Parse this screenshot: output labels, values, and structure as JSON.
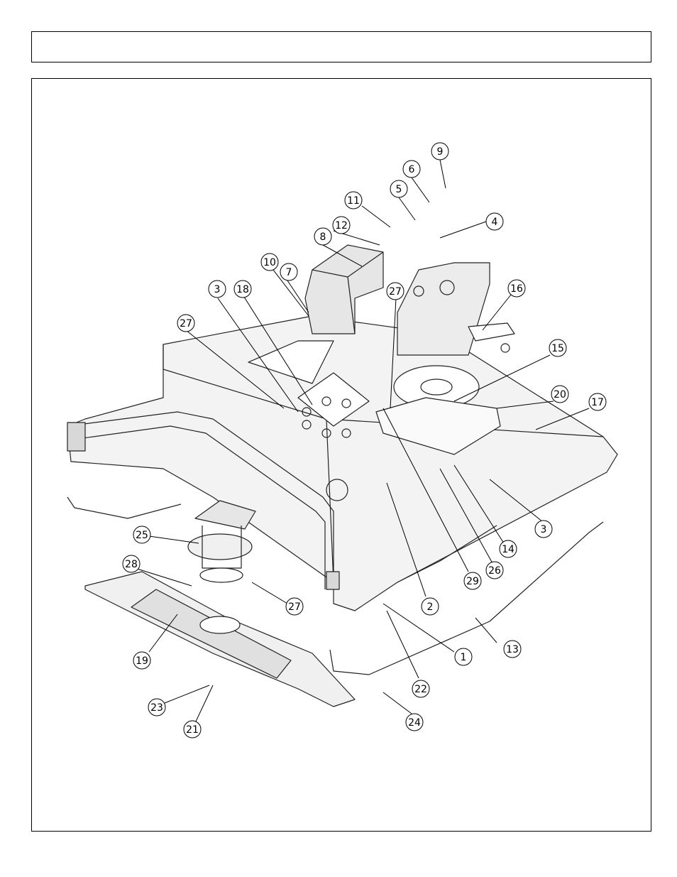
{
  "header": {
    "title": ""
  },
  "diagram": {
    "callouts": [
      {
        "id": "c9",
        "label": "9"
      },
      {
        "id": "c6",
        "label": "6"
      },
      {
        "id": "c5",
        "label": "5"
      },
      {
        "id": "c11",
        "label": "11"
      },
      {
        "id": "c4",
        "label": "4"
      },
      {
        "id": "c12",
        "label": "12"
      },
      {
        "id": "c8",
        "label": "8"
      },
      {
        "id": "c10",
        "label": "10"
      },
      {
        "id": "c7",
        "label": "7"
      },
      {
        "id": "c3a",
        "label": "3"
      },
      {
        "id": "c18",
        "label": "18"
      },
      {
        "id": "c27a",
        "label": "27"
      },
      {
        "id": "c16",
        "label": "16"
      },
      {
        "id": "c27b",
        "label": "27"
      },
      {
        "id": "c15",
        "label": "15"
      },
      {
        "id": "c20",
        "label": "20"
      },
      {
        "id": "c17",
        "label": "17"
      },
      {
        "id": "c3b",
        "label": "3"
      },
      {
        "id": "c14",
        "label": "14"
      },
      {
        "id": "c26",
        "label": "26"
      },
      {
        "id": "c29",
        "label": "29"
      },
      {
        "id": "c2",
        "label": "2"
      },
      {
        "id": "c25",
        "label": "25"
      },
      {
        "id": "c28",
        "label": "28"
      },
      {
        "id": "c27c",
        "label": "27"
      },
      {
        "id": "c19",
        "label": "19"
      },
      {
        "id": "c13",
        "label": "13"
      },
      {
        "id": "c1",
        "label": "1"
      },
      {
        "id": "c22",
        "label": "22"
      },
      {
        "id": "c23",
        "label": "23"
      },
      {
        "id": "c24",
        "label": "24"
      },
      {
        "id": "c21",
        "label": "21"
      }
    ]
  }
}
